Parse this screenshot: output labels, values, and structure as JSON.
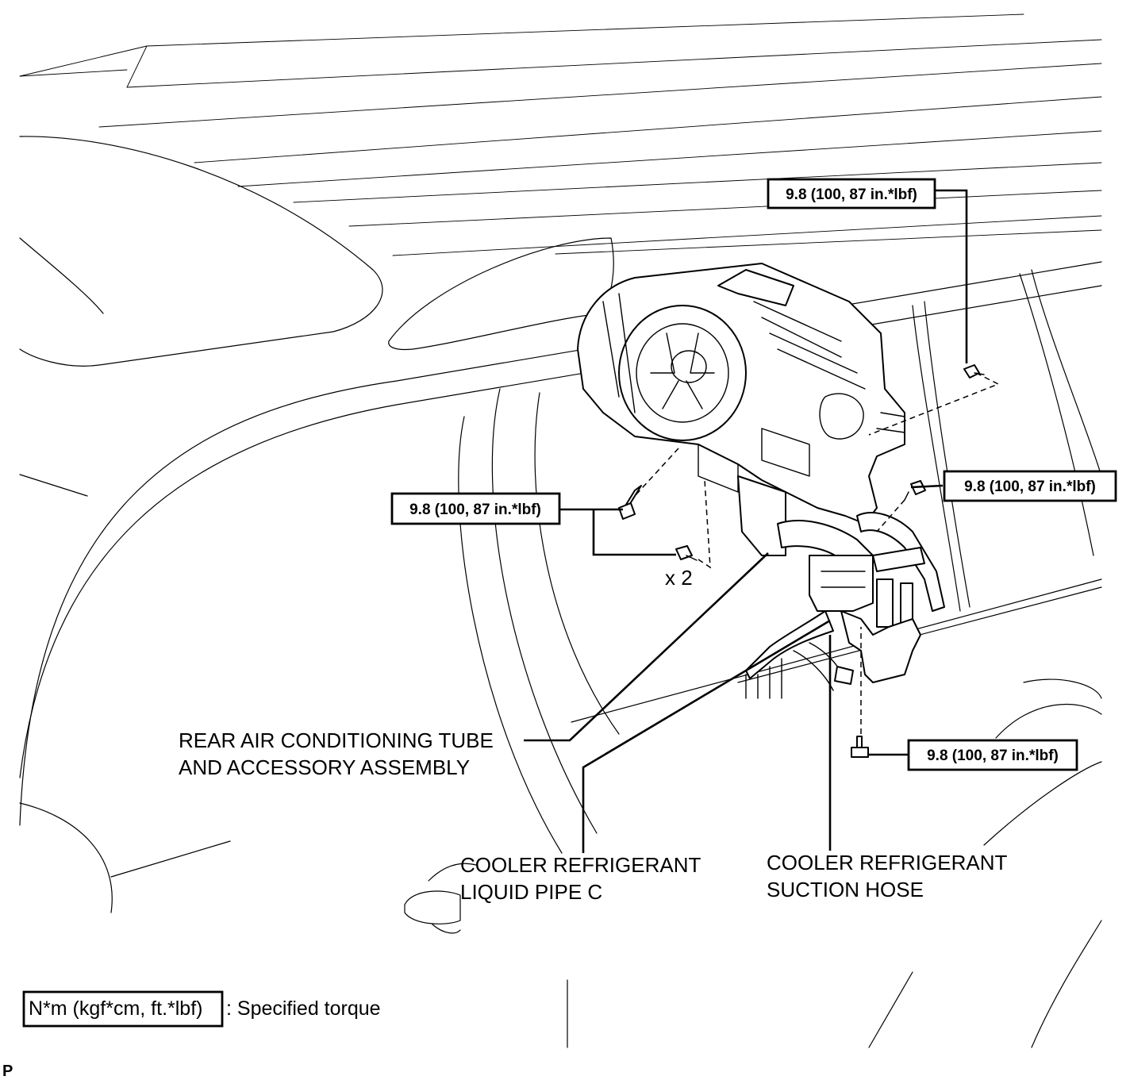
{
  "torque_specs": [
    {
      "id": "top-right",
      "value": "9.8 (100, 87 in.*lbf)"
    },
    {
      "id": "left",
      "value": "9.8 (100, 87 in.*lbf)"
    },
    {
      "id": "right",
      "value": "9.8 (100, 87 in.*lbf)"
    },
    {
      "id": "bottom",
      "value": "9.8 (100, 87 in.*lbf)"
    }
  ],
  "quantity_label": "x 2",
  "parts": {
    "ac_tube_assembly": {
      "line1": "REAR AIR CONDITIONING TUBE",
      "line2": "AND ACCESSORY ASSEMBLY"
    },
    "liquid_pipe": {
      "line1": "COOLER REFRIGERANT",
      "line2": "LIQUID PIPE C"
    },
    "suction_hose": {
      "line1": "COOLER REFRIGERANT",
      "line2": "SUCTION HOSE"
    }
  },
  "legend": {
    "units": "N*m (kgf*cm, ft.*lbf)",
    "description": ": Specified torque"
  },
  "corner_mark": "P"
}
